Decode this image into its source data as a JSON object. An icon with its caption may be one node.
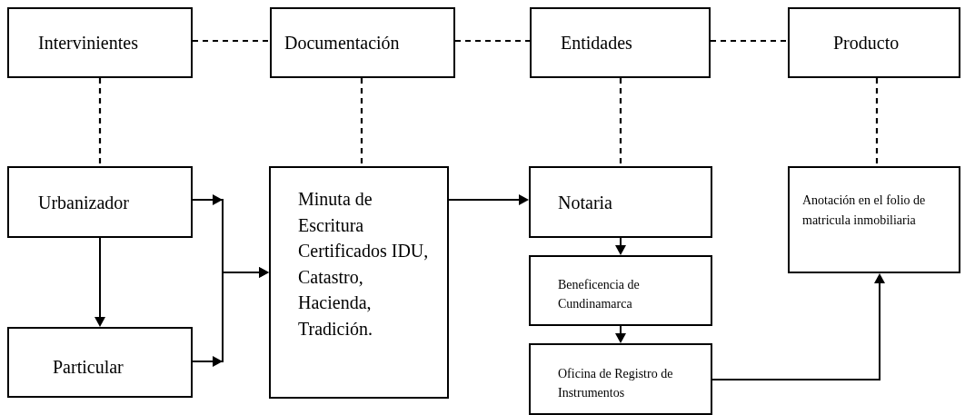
{
  "diagram": {
    "nodes": [
      {
        "text": [
          "Intervinientes"
        ]
      },
      {
        "text": [
          "Documentación"
        ]
      },
      {
        "text": [
          "Entidades"
        ]
      },
      {
        "text": [
          "Producto"
        ]
      },
      {
        "text": [
          "Urbanizador"
        ]
      },
      {
        "text": [
          "Particular"
        ]
      },
      {
        "text": [
          "Minuta de Escritura Certificados IDU, Catastro, Hacienda, Tradición."
        ]
      },
      {
        "text": [
          "Notaria"
        ]
      },
      {
        "text": [
          "Beneficencia de Cundinamarca"
        ]
      },
      {
        "text": [
          "Oficina de Registro de Instrumentos"
        ]
      },
      {
        "text": [
          "Anotación en el folio de matricula inmobiliaria"
        ]
      }
    ],
    "edges": [
      {
        "from": 0,
        "to": 1,
        "arrow": "none",
        "style": "dashed"
      },
      {
        "from": 1,
        "to": 2,
        "arrow": "none",
        "style": "dashed"
      },
      {
        "from": 2,
        "to": 3,
        "arrow": "none",
        "style": "dashed"
      },
      {
        "from": 0,
        "to": 4,
        "arrow": "none",
        "style": "dashed"
      },
      {
        "from": 1,
        "to": 6,
        "arrow": "none",
        "style": "dashed"
      },
      {
        "from": 2,
        "to": 7,
        "arrow": "none",
        "style": "dashed"
      },
      {
        "from": 3,
        "to": 10,
        "arrow": "none",
        "style": "dashed"
      },
      {
        "from": 4,
        "to": 5,
        "arrow": "to"
      },
      {
        "from": 4,
        "to": 6,
        "arrow": "to"
      },
      {
        "from": 5,
        "to": 6,
        "arrow": "to"
      },
      {
        "from": 6,
        "to": 7,
        "arrow": "to"
      },
      {
        "from": 7,
        "to": 8,
        "arrow": "to"
      },
      {
        "from": 8,
        "to": 9,
        "arrow": "to"
      },
      {
        "from": 9,
        "to": 10,
        "arrow": "to"
      }
    ]
  }
}
